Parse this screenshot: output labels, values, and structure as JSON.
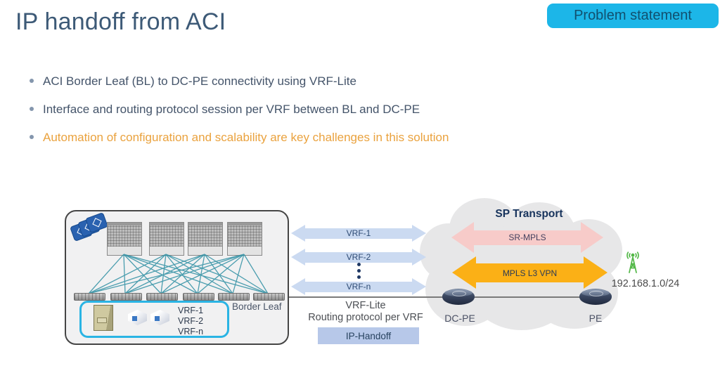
{
  "slide": {
    "title": "IP handoff from ACI",
    "badge": "Problem statement",
    "bullets": [
      {
        "text": "ACI Border Leaf (BL) to DC-PE connectivity using VRF-Lite",
        "emphasis": false
      },
      {
        "text": "Interface and routing protocol session per VRF between BL and DC-PE",
        "emphasis": false
      },
      {
        "text": "Automation of configuration and scalability are key challenges in this solution",
        "emphasis": true
      }
    ]
  },
  "diagram": {
    "aci": {
      "border_leaf_label": "Border Leaf",
      "vrf_list": [
        "VRF-1",
        "VRF-2",
        "VRF-n"
      ]
    },
    "links": {
      "arrows": [
        "VRF-1",
        "VRF-2",
        "VRF-n"
      ],
      "caption_line1": "VRF-Lite",
      "caption_line2": "Routing protocol per VRF",
      "ip_handoff": "IP-Handoff"
    },
    "cloud": {
      "title": "SP Transport",
      "arrows": [
        {
          "label": "SR-MPLS"
        },
        {
          "label": "MPLS L3 VPN"
        }
      ]
    },
    "routers": [
      {
        "label": "DC-PE"
      },
      {
        "label": "PE"
      }
    ],
    "subnet": "192.168.1.0/24"
  },
  "colors": {
    "title_text": "#3D5A77",
    "badge_bg": "#1CB6E8",
    "badge_text": "#11506F",
    "bullet_text": "#44546A",
    "emphasis_text": "#EAA23E",
    "vrf_arrow": "#CBDAF1",
    "ip_handoff_bg": "#B7C8E9",
    "sr_mpls_arrow": "#F7CBC9",
    "mpls_l3vpn_arrow": "#FBB016",
    "cloud_fill": "#E7E7E8",
    "fabric_zone_border": "#2AB4E4",
    "mesh_links": "#2E8FA3",
    "antenna_green": "#53B848"
  }
}
